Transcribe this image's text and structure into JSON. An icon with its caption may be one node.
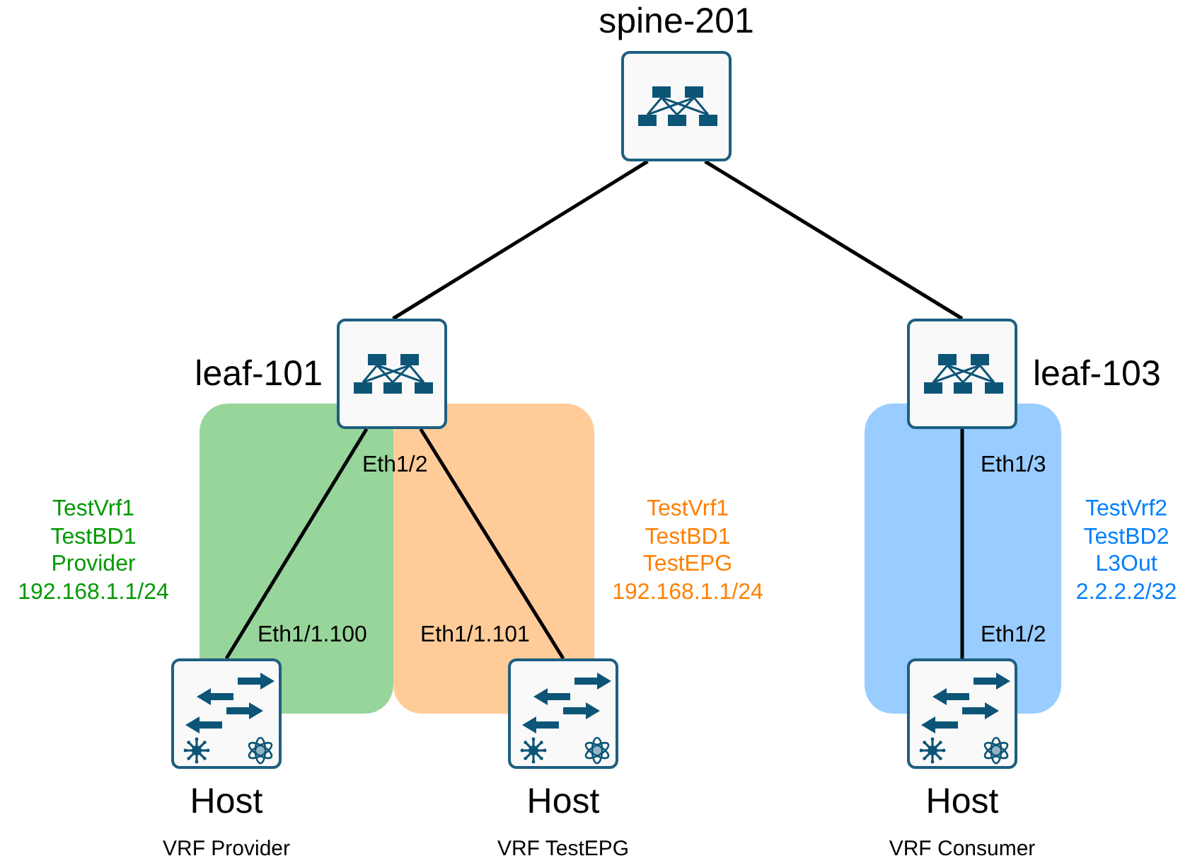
{
  "diagram": {
    "nodes": [
      {
        "text": [
          "spine-201"
        ]
      },
      {
        "text": [
          "leaf-101"
        ]
      },
      {
        "text": [
          "leaf-103"
        ]
      },
      {
        "text": [
          "Host"
        ],
        "beside": [
          "VRF Provider"
        ]
      },
      {
        "text": [
          "Host"
        ],
        "beside": [
          "VRF TestEPG"
        ]
      },
      {
        "text": [
          "Host"
        ],
        "beside": [
          "VRF Consumer"
        ]
      }
    ],
    "edges": [
      {
        "from": 0,
        "to": 1,
        "arrow": "none"
      },
      {
        "from": 0,
        "to": 2,
        "arrow": "none"
      },
      {
        "from": 1,
        "to": 3,
        "arrow": "none",
        "label": "Eth1/1.100"
      },
      {
        "from": 1,
        "to": 4,
        "arrow": "none",
        "label": "Eth1/1.101"
      },
      {
        "from": 2,
        "to": 5,
        "arrow": "none",
        "label": "Eth1/3"
      }
    ],
    "labels": [
      "Eth1/2",
      "TestVrf1 TestBD1 Provider 192.168.1.1/24",
      "TestVrf1 TestBD1 TestEPG 192.168.1.1/24",
      "TestVrf2 TestBD2 L3Out 2.2.2.2/32",
      "Eth1/2"
    ]
  }
}
